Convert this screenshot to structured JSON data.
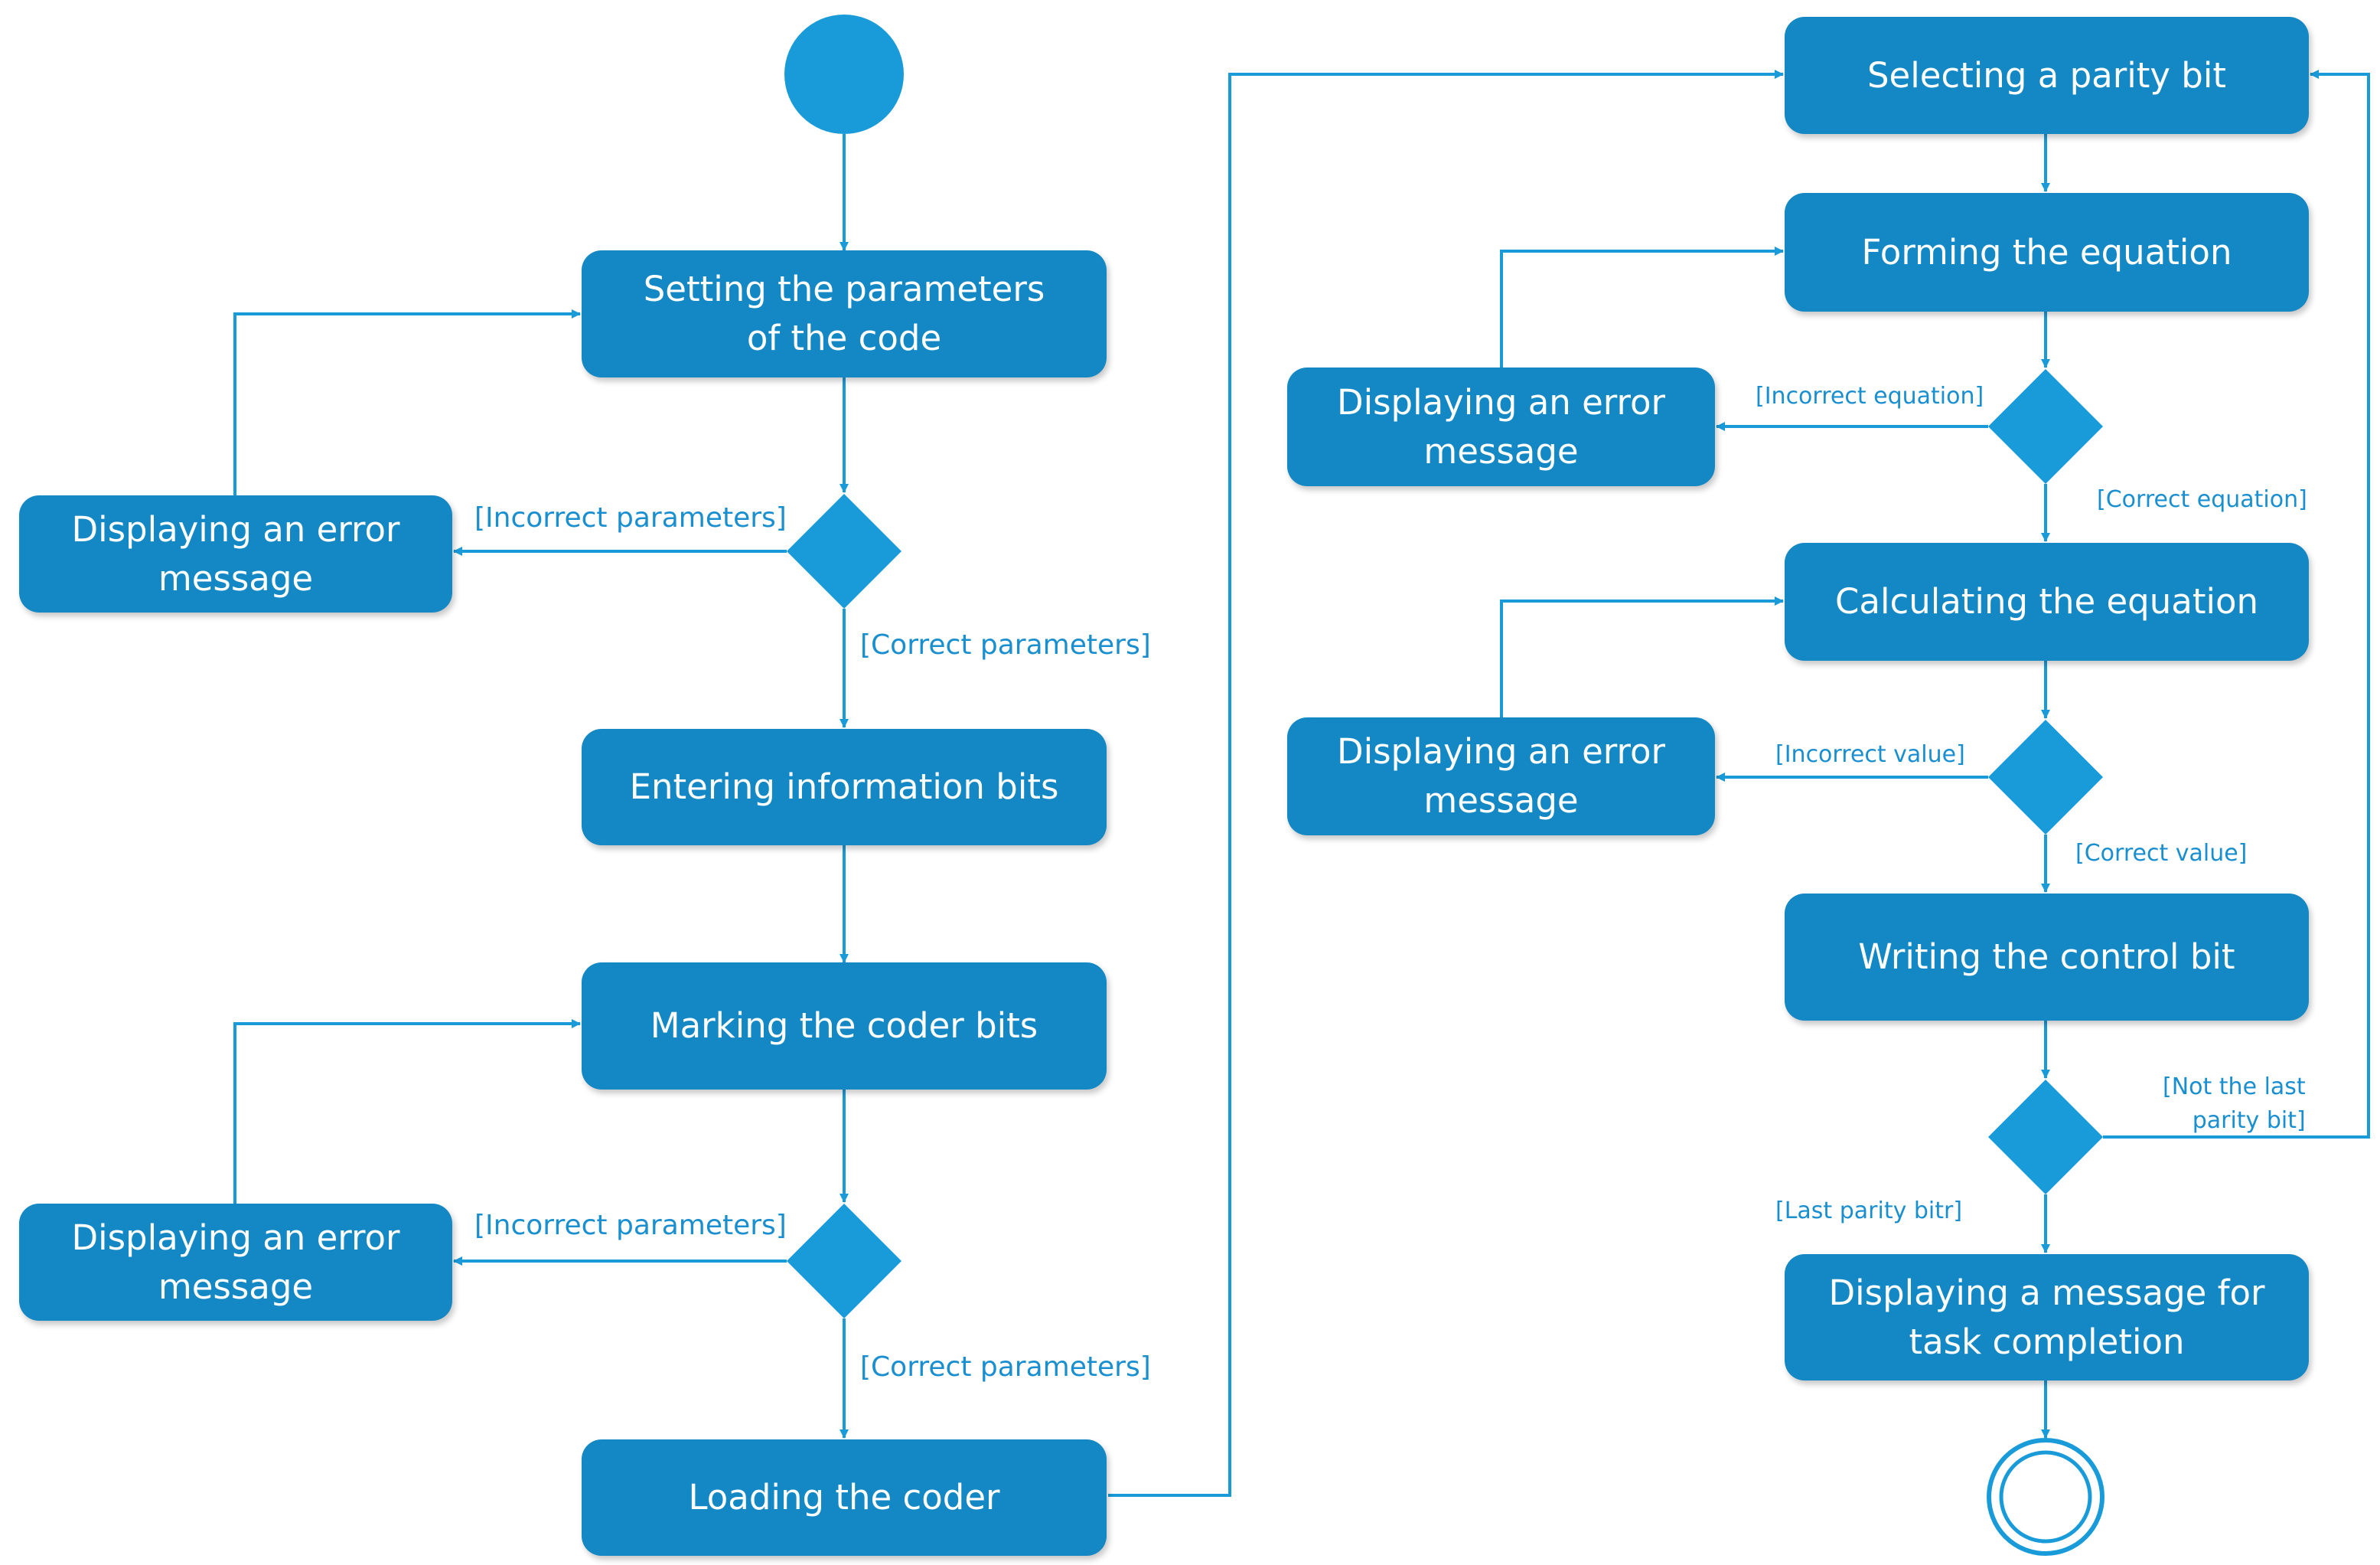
{
  "colors": {
    "node_fill": "#1488c4",
    "decision_fill": "#1a9bd9",
    "edge": "#1a9bd9",
    "text": "#ffffff",
    "guard_text": "#1a8fd0"
  },
  "nodes": {
    "setting_parameters": "Setting the parameters of the code",
    "error_1": "Displaying an error message",
    "entering_bits": "Entering information bits",
    "marking_bits": "Marking the coder bits",
    "error_2": "Displaying an error message",
    "loading_coder": "Loading the coder",
    "selecting_parity": "Selecting a parity bit",
    "forming_equation": "Forming the equation",
    "error_3": "Displaying an error message",
    "calculating_equation": "Calculating the equation",
    "error_4": "Displaying an error message",
    "writing_control": "Writing the control bit",
    "completion_message": "Displaying a message for task completion"
  },
  "guards": {
    "incorrect_parameters_1": "[Incorrect parameters]",
    "correct_parameters_1": "[Correct parameters]",
    "incorrect_parameters_2": "[Incorrect parameters]",
    "correct_parameters_2": "[Correct parameters]",
    "incorrect_equation": "[Incorrect equation]",
    "correct_equation": "[Correct equation]",
    "incorrect_value": "[Incorrect value]",
    "correct_value": "[Correct value]",
    "not_last_parity_line1": "[Not the last",
    "not_last_parity_line2": "parity bit]",
    "last_parity": "[Last parity bitr]"
  }
}
